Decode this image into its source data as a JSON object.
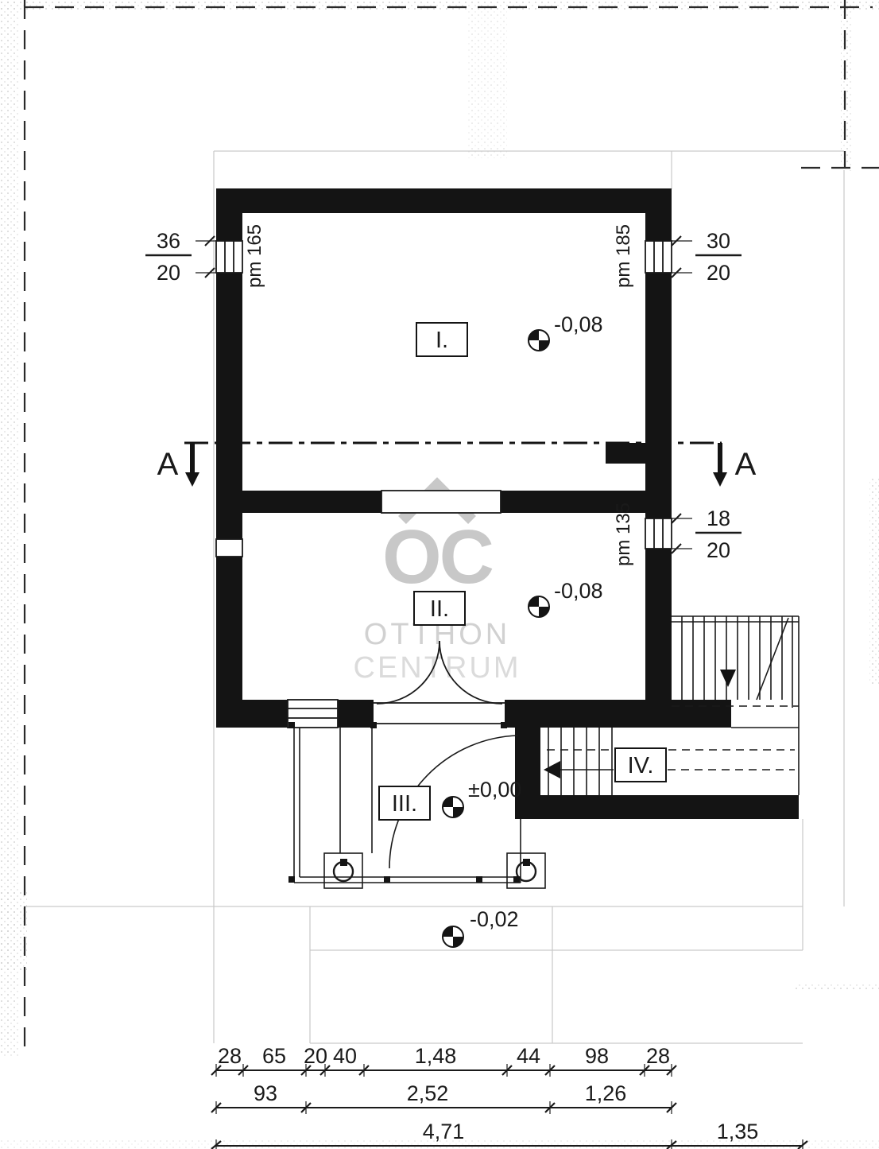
{
  "watermark": {
    "logo": "OC",
    "name1": "OTTHON",
    "name2": "CENTRUM"
  },
  "rooms": {
    "r1": "I.",
    "r2": "II.",
    "r3": "III.",
    "r4": "IV."
  },
  "levels": {
    "room1": "-0,08",
    "room2": "-0,08",
    "entrance": "±0,00",
    "outside": "-0,02"
  },
  "windows": {
    "w1": {
      "width": "36",
      "depth": "20",
      "sill": "pm 165"
    },
    "w2": {
      "width": "30",
      "depth": "20",
      "sill": "pm 185"
    },
    "w3": {
      "width": "18",
      "depth": "20",
      "sill": "pm 135"
    }
  },
  "section": {
    "left": "A",
    "right": "A"
  },
  "dims": {
    "row1": [
      "28",
      "65",
      "20",
      "40",
      "1,48",
      "44",
      "98",
      "28"
    ],
    "row2": [
      "93",
      "2,52",
      "1,26"
    ],
    "row3": [
      "4,71",
      "1,35"
    ]
  }
}
